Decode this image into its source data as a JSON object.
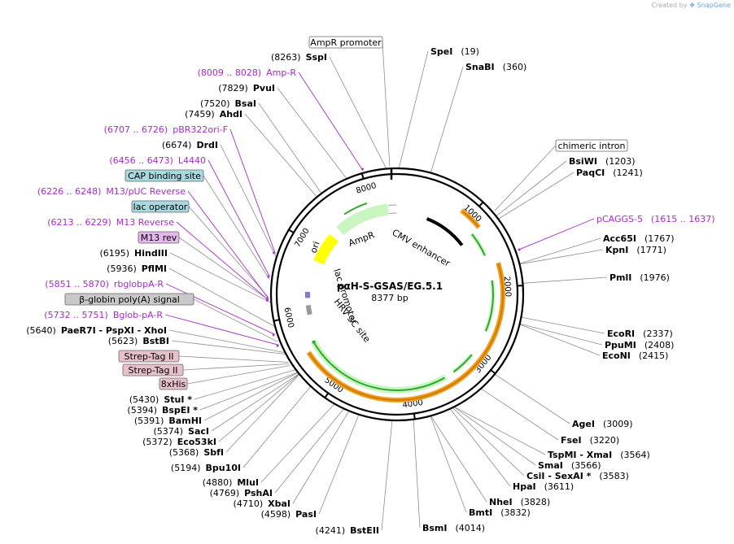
{
  "credit": {
    "prefix": "Created by",
    "brand": "SnapGene"
  },
  "plasmid": {
    "name": "pαH-S-GSAS/EG.5.1",
    "size_label": "8377 bp",
    "length": 8377
  },
  "ticks": [
    "1000",
    "2000",
    "3000",
    "4000",
    "5000",
    "6000",
    "7000",
    "8000"
  ],
  "enzymes": [
    {
      "name": "SpeI",
      "pos": "(19)"
    },
    {
      "name": "SnaBI",
      "pos": "(360)"
    },
    {
      "name": "BsiWI",
      "pos": "(1203)"
    },
    {
      "name": "PaqCI",
      "pos": "(1241)"
    },
    {
      "name": "Acc65I",
      "pos": "(1767)"
    },
    {
      "name": "KpnI",
      "pos": "(1771)"
    },
    {
      "name": "PmlI",
      "pos": "(1976)"
    },
    {
      "name": "EcoRI",
      "pos": "(2337)"
    },
    {
      "name": "PpuMI",
      "pos": "(2408)"
    },
    {
      "name": "EcoNI",
      "pos": "(2415)"
    },
    {
      "name": "AgeI",
      "pos": "(3009)"
    },
    {
      "name": "FseI",
      "pos": "(3220)"
    },
    {
      "name": "TspMI - XmaI",
      "pos": "(3564)"
    },
    {
      "name": "SmaI",
      "pos": "(3566)"
    },
    {
      "name": "CsiI - SexAI *",
      "pos": "(3583)"
    },
    {
      "name": "HpaI",
      "pos": "(3611)"
    },
    {
      "name": "NheI",
      "pos": "(3828)"
    },
    {
      "name": "BmtI",
      "pos": "(3832)"
    },
    {
      "name": "BsmI",
      "pos": "(4014)"
    },
    {
      "name": "BstEII",
      "pos": "(4241)"
    },
    {
      "name": "PasI",
      "pos": "(4598)"
    },
    {
      "name": "XbaI",
      "pos": "(4710)"
    },
    {
      "name": "PshAI",
      "pos": "(4769)"
    },
    {
      "name": "MluI",
      "pos": "(4880)"
    },
    {
      "name": "Bpu10I",
      "pos": "(5194)"
    },
    {
      "name": "SbfI",
      "pos": "(5368)"
    },
    {
      "name": "Eco53kI",
      "pos": "(5372)"
    },
    {
      "name": "SacI",
      "pos": "(5374)"
    },
    {
      "name": "BamHI",
      "pos": "(5391)"
    },
    {
      "name": "BspEI *",
      "pos": "(5394)"
    },
    {
      "name": "StuI *",
      "pos": "(5430)"
    },
    {
      "name": "BstBI",
      "pos": "(5623)"
    },
    {
      "name": "PaeR7I - PspXI - XhoI",
      "pos": "(5640)"
    },
    {
      "name": "PflMI",
      "pos": "(5936)"
    },
    {
      "name": "HindIII",
      "pos": "(6195)"
    },
    {
      "name": "DrdI",
      "pos": "(6674)"
    },
    {
      "name": "AhdI",
      "pos": "(7459)"
    },
    {
      "name": "BsaI",
      "pos": "(7520)"
    },
    {
      "name": "PvuI",
      "pos": "(7829)"
    },
    {
      "name": "SspI",
      "pos": "(8263)"
    }
  ],
  "primers": [
    {
      "name": "Amp-R",
      "range": "(8009 .. 8028)"
    },
    {
      "name": "pBR322ori-F",
      "range": "(6707 .. 6726)"
    },
    {
      "name": "L4440",
      "range": "(6456 .. 6473)"
    },
    {
      "name": "M13/pUC Reverse",
      "range": "(6226 .. 6248)"
    },
    {
      "name": "M13 Reverse",
      "range": "(6213 .. 6229)"
    },
    {
      "name": "rbglobpA-R",
      "range": "(5851 .. 5870)"
    },
    {
      "name": "Bglob-pA-R",
      "range": "(5732 .. 5751)"
    },
    {
      "name": "pCAGGS-5",
      "range": "(1615 .. 1637)"
    }
  ],
  "boxed_features": [
    {
      "label": "AmpR promoter",
      "color": "#ffffff"
    },
    {
      "label": "chimeric intron",
      "color": "#ffffff"
    },
    {
      "label": "CAP binding site",
      "color": "#a8d8e0"
    },
    {
      "label": "lac operator",
      "color": "#a8d8e0"
    },
    {
      "label": "M13 rev",
      "color": "#e3b6ec"
    },
    {
      "label": "β-globin poly(A) signal",
      "color": "#c8c8c8"
    },
    {
      "label": "Strep-Tag II",
      "color": "#e8c0c8"
    },
    {
      "label": "Strep-Tag II",
      "color": "#e8c0c8"
    },
    {
      "label": "8xHis",
      "color": "#e8c0c8"
    }
  ],
  "inner_labels": {
    "ampr": "AmpR",
    "ori": "ori",
    "cmv": "CMV enhancer",
    "lac": "lac promoter",
    "hrv": "HRV 3C site"
  },
  "colors": {
    "primer": "#a52ac8",
    "orange": "#f0a020",
    "green": "#2fa82f",
    "light_green": "#c8f5c0",
    "ori_yellow": "#ffff00"
  }
}
